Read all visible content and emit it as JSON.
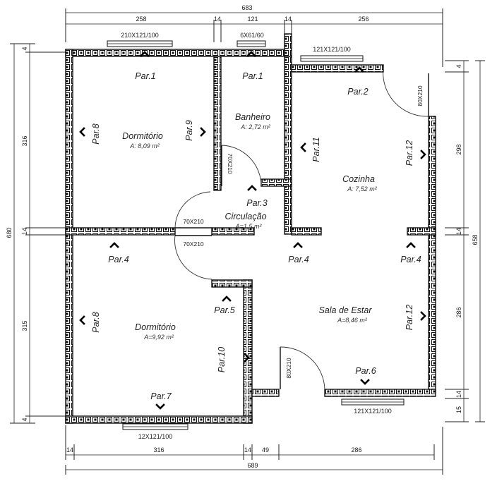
{
  "dimensions": {
    "total_top": "683",
    "top_1": "258",
    "top_2": "14",
    "top_3": "121",
    "top_4": "14",
    "top_5": "256",
    "total_bottom": "689",
    "bottom_1": "14",
    "bottom_2": "316",
    "bottom_3": "14",
    "bottom_4": "49",
    "bottom_5": "286",
    "left_total": "680",
    "left_1": "4",
    "left_2": "316",
    "left_3": "14",
    "left_4": "315",
    "left_5": "4",
    "right_total": "658",
    "right_1": "4",
    "right_2": "298",
    "right_3": "14",
    "right_4": "286",
    "right_5": "14",
    "right_6": "15"
  },
  "rooms": [
    {
      "name": "Dormitório",
      "area": "A: 8,09 m²"
    },
    {
      "name": "Banheiro",
      "area": "A: 2,72 m²"
    },
    {
      "name": "Cozinha",
      "area": "A: 7,52 m²"
    },
    {
      "name": "Circulação",
      "area": "A=1,5 m²"
    },
    {
      "name": "Dormitório",
      "area": "A=9,92 m²"
    },
    {
      "name": "Sala de Estar",
      "area": "A=8,46 m²"
    }
  ],
  "walls": [
    "Par.1",
    "Par.1",
    "Par.2",
    "Par.8",
    "Par.9",
    "Par.11",
    "Par.12",
    "Par.3",
    "Par.4",
    "Par.4",
    "Par.4",
    "Par.5",
    "Par.8",
    "Par.10",
    "Par.12",
    "Par.6",
    "Par.7"
  ],
  "windows": [
    "210X121/100",
    "6X61/60",
    "121X121/100",
    "12X121/100",
    "121X121/100"
  ],
  "doors": [
    "70X210",
    "70X210",
    "70X210",
    "80X210",
    "80X210"
  ]
}
